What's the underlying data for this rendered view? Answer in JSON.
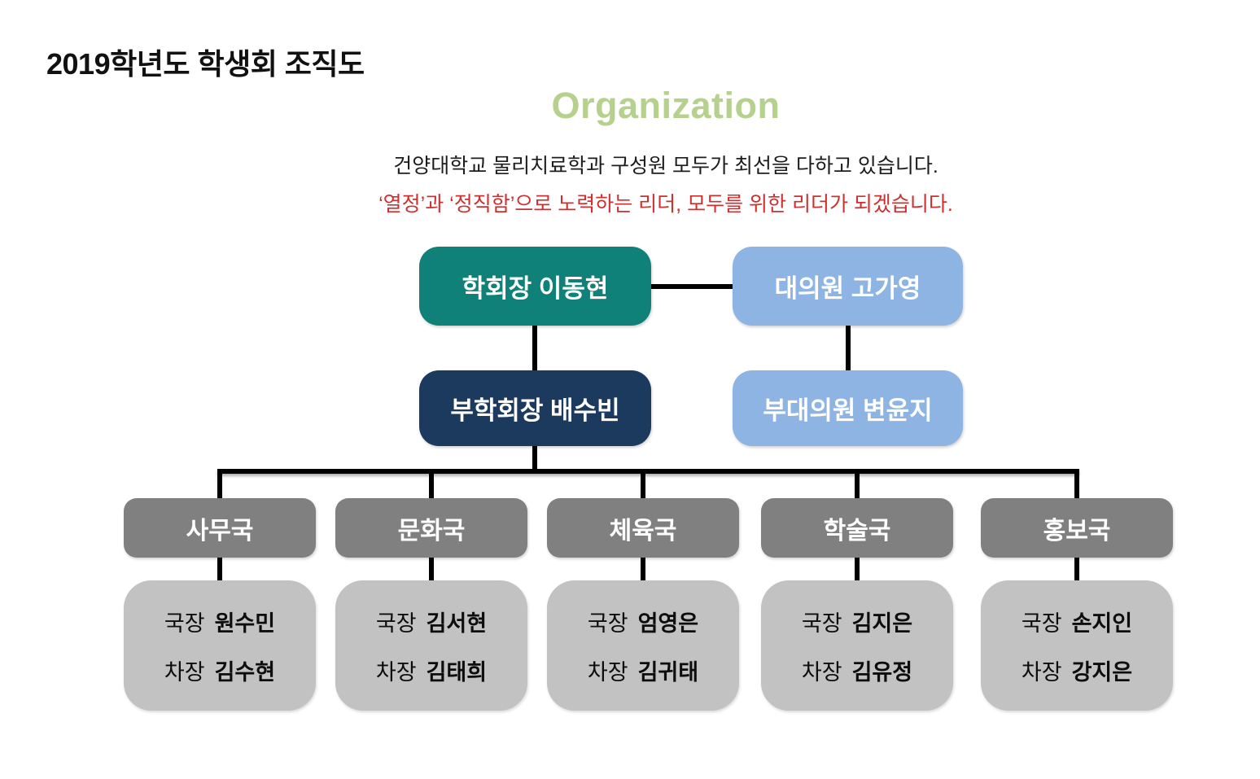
{
  "page": {
    "title": "2019학년도 학생회 조직도",
    "heading": "Organization",
    "subtitle_line1": "건양대학교 물리치료학과 구성원 모두가 최선을 다하고 있습니다.",
    "subtitle_line2": "‘열정’과 ‘정직함’으로 노력하는 리더, 모두를 위한 리더가 되겠습니다."
  },
  "colors": {
    "heading_green": "#b6d08d",
    "subtitle_red": "#ce2f2f",
    "president_teal": "#0f8179",
    "vice_president_navy": "#1c3a5e",
    "representative_blue": "#8db4e2",
    "department_gray": "#808080",
    "staff_gray": "#c2c2c2",
    "connector_black": "#000000"
  },
  "org": {
    "president": {
      "label": "학회장 이동현"
    },
    "representative": {
      "label": "대의원 고가영"
    },
    "vice_president": {
      "label": "부학회장 배수빈"
    },
    "vice_representative": {
      "label": "부대의원 변윤지"
    },
    "departments": [
      {
        "name": "사무국",
        "director_role": "국장",
        "director_name": "원수민",
        "deputy_role": "차장",
        "deputy_name": "김수현"
      },
      {
        "name": "문화국",
        "director_role": "국장",
        "director_name": "김서현",
        "deputy_role": "차장",
        "deputy_name": "김태희"
      },
      {
        "name": "체육국",
        "director_role": "국장",
        "director_name": "엄영은",
        "deputy_role": "차장",
        "deputy_name": "김귀태"
      },
      {
        "name": "학술국",
        "director_role": "국장",
        "director_name": "김지은",
        "deputy_role": "차장",
        "deputy_name": "김유정"
      },
      {
        "name": "홍보국",
        "director_role": "국장",
        "director_name": "손지인",
        "deputy_role": "차장",
        "deputy_name": "강지은"
      }
    ]
  }
}
